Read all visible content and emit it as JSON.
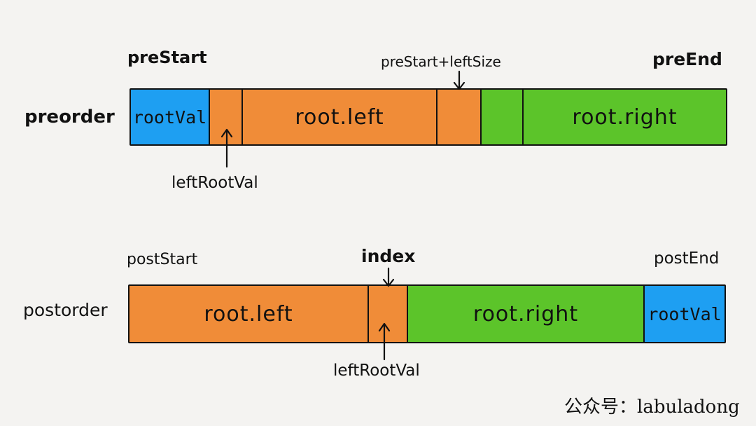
{
  "preorder": {
    "row_label": "preorder",
    "pre_start": "preStart",
    "pre_end": "preEnd",
    "pre_split": "preStart+leftSize",
    "left_root_val": "leftRootVal",
    "segments": {
      "root_val": "rootVal",
      "left_first": "",
      "left": "root.left",
      "left_last": "",
      "right_first": "",
      "right": "root.right"
    }
  },
  "postorder": {
    "row_label": "postorder",
    "post_start": "postStart",
    "index": "index",
    "post_end": "postEnd",
    "left_root_val": "leftRootVal",
    "segments": {
      "left": "root.left",
      "left_last": "",
      "right": "root.right",
      "root_val": "rootVal"
    }
  },
  "watermark": "公众号：labuladong",
  "colors": {
    "root": "#1e9ff2",
    "left": "#f08c38",
    "right": "#5cc42a"
  }
}
